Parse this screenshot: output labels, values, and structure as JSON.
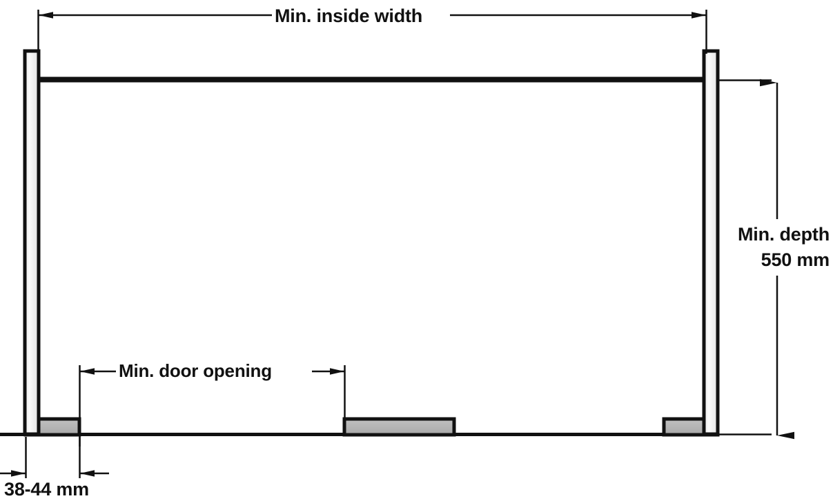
{
  "diagram": {
    "title": "Cabinet minimum dimensions diagram",
    "type": "technical-drawing",
    "units": "mm",
    "colors": {
      "line": "#111111",
      "panel_fill": "#f2f2f2",
      "block_fill": "#b3b3b3",
      "background": "#ffffff"
    }
  },
  "dimensions": {
    "inside_width": {
      "label": "Min. inside width",
      "value": "",
      "orientation": "horizontal",
      "position": "top"
    },
    "door_opening": {
      "label": "Min. door opening",
      "value": "",
      "orientation": "horizontal",
      "position": "bottom-left"
    },
    "depth": {
      "label_line1": "Min. depth",
      "label_line2": "550 mm",
      "value": "550 mm",
      "orientation": "vertical",
      "position": "right"
    },
    "panel_thickness": {
      "label": "38-44 mm",
      "value": "38-44",
      "orientation": "horizontal",
      "position": "bottom-left-outside"
    }
  },
  "parts": {
    "left_panel": "left-side-panel",
    "right_panel": "right-side-panel",
    "top_rail": "top-rail",
    "base_line": "cabinet-base-line",
    "blocks": [
      "left-base-block",
      "center-base-block",
      "right-base-block"
    ]
  }
}
